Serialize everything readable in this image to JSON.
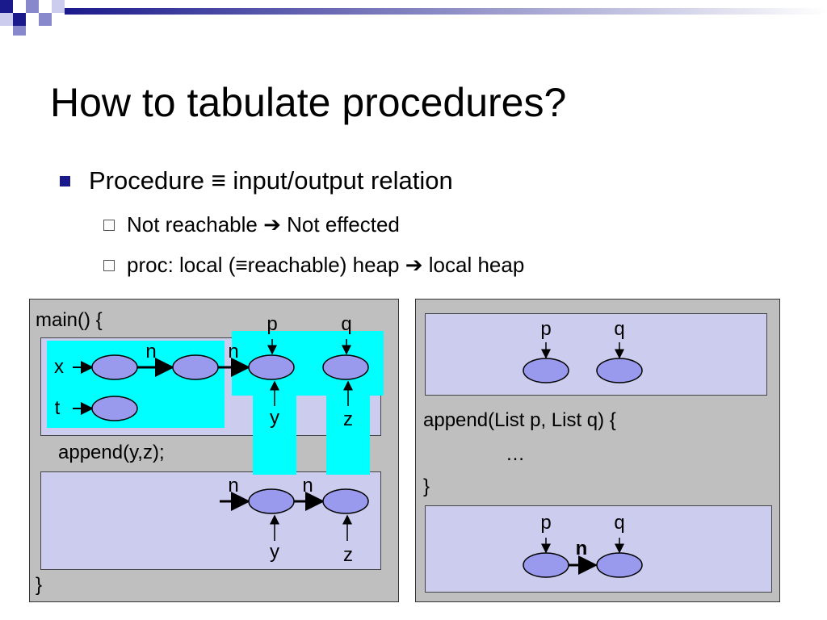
{
  "slide": {
    "title": "How to tabulate procedures?",
    "bullet": {
      "prefix": "Procedure",
      "equiv_symbol": "≡",
      "suffix": "input/output relation"
    },
    "sub_bullets": [
      {
        "left": "Not reachable",
        "arrow": "➔",
        "right": "Not effected"
      },
      {
        "left": "proc: local (",
        "equiv_symbol": "≡",
        "middle": "reachable) heap",
        "arrow": "➔",
        "right": "local heap"
      }
    ]
  },
  "left_panel": {
    "code_open": "main() {",
    "call": "append(y,z);",
    "code_close": "}",
    "labels": {
      "p": "p",
      "q": "q",
      "x": "x",
      "t": "t",
      "y": "y",
      "z": "z",
      "n": "n"
    }
  },
  "right_panel": {
    "signature": "append(List p, List q) {",
    "body": "…",
    "close": "}",
    "labels": {
      "p": "p",
      "q": "q",
      "n": "n"
    }
  },
  "colors": {
    "highlight": "#00ffff",
    "heap_box": "#ccccee",
    "panel": "#bfbfbf",
    "node_fill": "#9999ee",
    "bullet": "#1a1a8c"
  }
}
